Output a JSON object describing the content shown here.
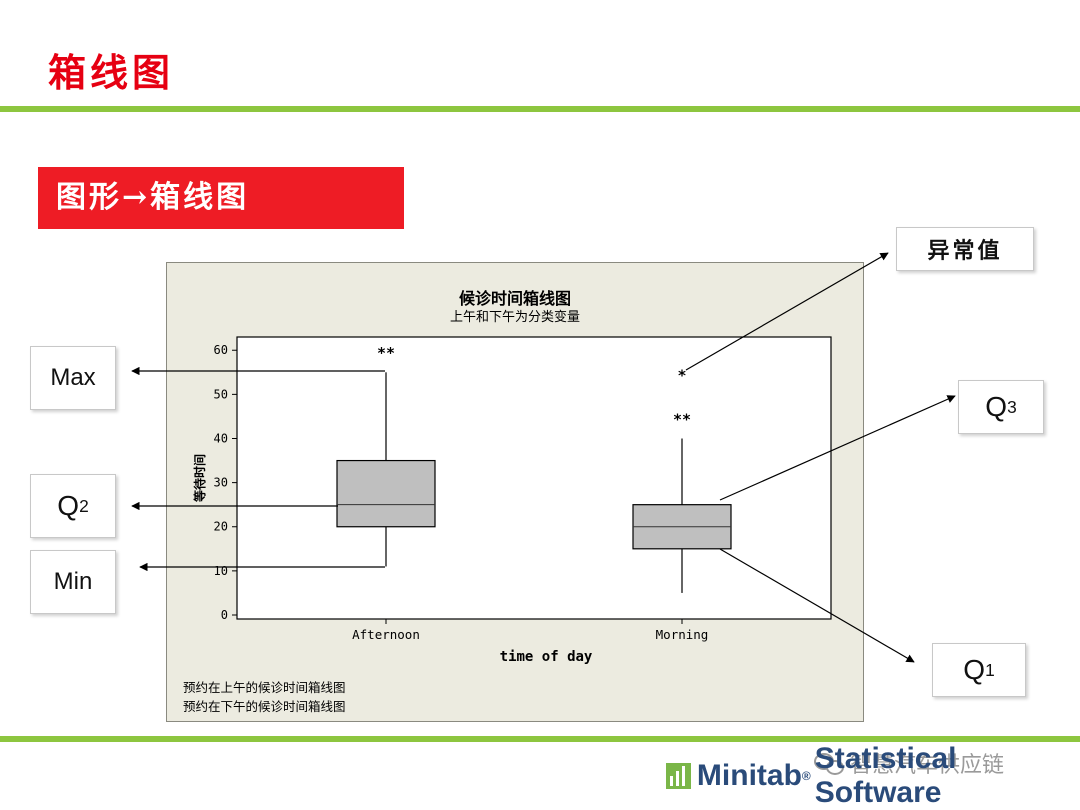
{
  "page": {
    "title": "箱线图",
    "banner": "图形→箱线图"
  },
  "callouts": {
    "max": "Max",
    "q2_letter": "Q",
    "q2_sub": "2",
    "min": "Min",
    "outlier": "异常值",
    "q3_letter": "Q",
    "q3_sub": "3",
    "q1_letter": "Q",
    "q1_sub": "1"
  },
  "chart_data": {
    "type": "boxplot",
    "title": "候诊时间箱线图",
    "subtitle": "上午和下午为分类变量",
    "xlabel": "time of day",
    "ylabel": "等待时间",
    "ylim": [
      0,
      63
    ],
    "yticks": [
      0,
      10,
      20,
      30,
      40,
      50,
      60
    ],
    "categories": [
      "Afternoon",
      "Morning"
    ],
    "boxes": [
      {
        "category": "Afternoon",
        "min": 11,
        "q1": 20,
        "median": 25,
        "q3": 35,
        "max": 55,
        "outliers": [
          60
        ],
        "outlier_markers": [
          "**"
        ]
      },
      {
        "category": "Morning",
        "min": 5,
        "q1": 15,
        "median": 20,
        "q3": 25,
        "max": 40,
        "outliers": [
          55,
          45
        ],
        "outlier_markers": [
          "*",
          "**"
        ]
      }
    ],
    "notes": [
      "预约在上午的候诊时间箱线图",
      "预约在下午的候诊时间箱线图"
    ],
    "colors": {
      "box_fill": "#bfbfbf",
      "panel_bg": "#ecebe0",
      "plot_bg": "#ffffff"
    }
  },
  "footer": {
    "watermark": "智慧汽车供应链",
    "brand_name": "Minitab",
    "brand_reg": "®",
    "brand_tail": "Statistical Software"
  },
  "colors": {
    "accent_red": "#e60012",
    "banner_red": "#ee1c25",
    "rule_green": "#8dc63f"
  },
  "icons": [
    "wechat-icon",
    "minitab-logo-icon"
  ]
}
